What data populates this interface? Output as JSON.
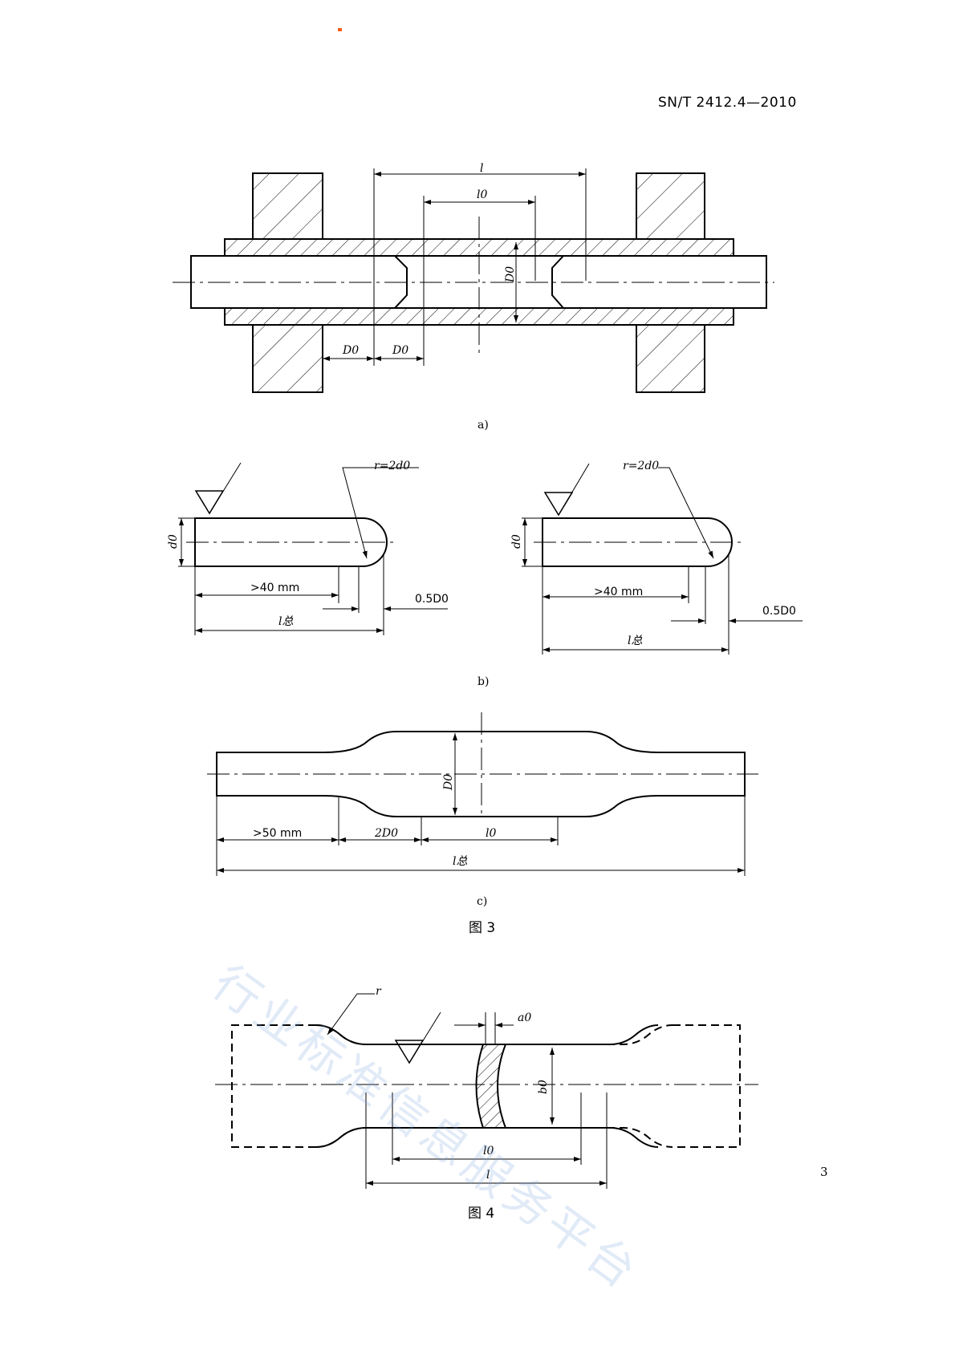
{
  "header": {
    "standard_number": "SN/T 2412.4—2010"
  },
  "page_number": "3",
  "watermark_text": "行业标准信息服务平台",
  "figure3": {
    "caption": "图 3",
    "a": {
      "sublabel": "a)",
      "dims": {
        "l": "l",
        "l0": "l0",
        "D0_vertical": "D0",
        "D0_left": "D0",
        "D0_right": "D0"
      }
    },
    "b": {
      "sublabel": "b)",
      "radius": "r=2d0",
      "d0": "d0",
      "gt40": ">40 mm",
      "half_D0": "0.5D0",
      "ltotal": "l总"
    },
    "c": {
      "sublabel": "c)",
      "D0": "D0",
      "gt50": ">50 mm",
      "twoD0": "2D0",
      "l0": "l0",
      "ltotal": "l总"
    }
  },
  "figure4": {
    "caption": "图 4",
    "r": "r",
    "a0": "a0",
    "b0": "b0",
    "l0": "l0",
    "l": "l"
  }
}
